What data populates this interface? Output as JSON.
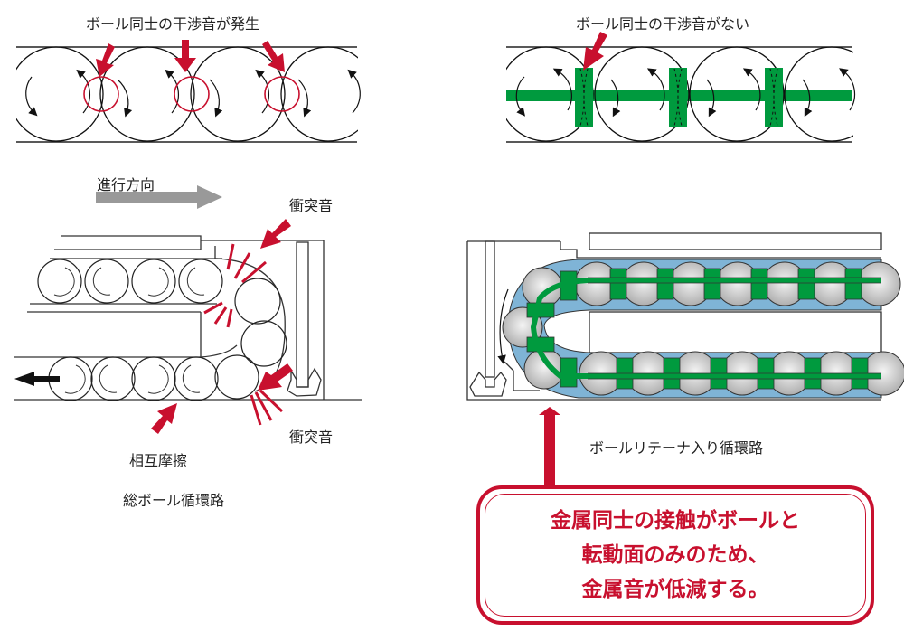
{
  "colors": {
    "accent_red": "#c8102e",
    "retainer_green": "#009a3e",
    "lubricant_blue": "#7fb4d6",
    "ball_gray": "#c8c8c8",
    "arrow_gray": "#999999",
    "line_black": "#222222"
  },
  "top_left": {
    "title": "ボール同士の干渉音が発生"
  },
  "top_right": {
    "title": "ボール同士の干渉音がない"
  },
  "bottom_left": {
    "direction_label": "進行方向",
    "collision_label_top": "衝突音",
    "collision_label_bottom": "衝突音",
    "friction_label": "相互摩擦",
    "caption": "総ボール循環路"
  },
  "bottom_right": {
    "caption": "ボールリテーナ入り循環路"
  },
  "callout": {
    "lines": [
      "金属同士の接触がボールと",
      "転動面のみのため、",
      "金属音が低減する。"
    ]
  },
  "icons": {
    "interference_arrow": "red-arrow-icon",
    "direction_arrow": "gray-right-arrow-icon",
    "exit_arrow": "black-left-arrow-icon",
    "rotation_arrow": "rotation-arrow-icon"
  }
}
